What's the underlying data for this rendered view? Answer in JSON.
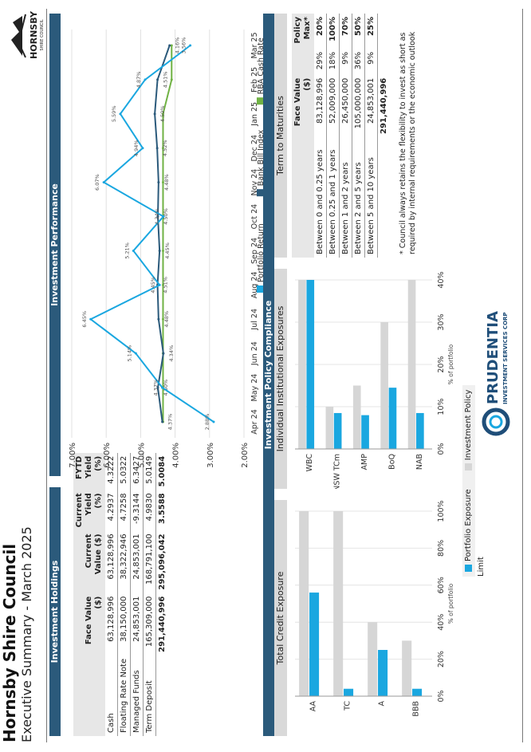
{
  "header": {
    "title": "Hornsby Shire Council",
    "subtitle": "Executive Summary - March 2025",
    "council_logo_text": "HORNSBY",
    "council_logo_subtext": "SHIRE COUNCIL"
  },
  "holdings": {
    "title": "Investment Holdings",
    "columns": [
      "",
      "Face Value ($)",
      "Current Value ($)",
      "Current Yield (%)",
      "FYTD Yield (%)"
    ],
    "rows": [
      [
        "Cash",
        "63,128,996",
        "63,128,996",
        "4.2937",
        "4.3222"
      ],
      [
        "Floating Rate Note",
        "38,150,000",
        "38,322,946",
        "4.7258",
        "5.0322"
      ],
      [
        "Managed Funds",
        "24,853,001",
        "24,853,001",
        "-9.3144",
        "6.3427"
      ],
      [
        "Term Deposit",
        "165,309,000",
        "168,791,100",
        "4.9830",
        "5.0149"
      ]
    ],
    "total": [
      "",
      "291,440,996",
      "295,096,042",
      "3.5588",
      "5.0084"
    ]
  },
  "performance": {
    "title": "Investment Performance",
    "legend": [
      "Portfolio Return",
      "Bank Bill Index",
      "RBA Cash Rate"
    ],
    "colors": {
      "portfolio": "#1aa7e0",
      "bbi": "#2b5a7b",
      "rba": "#70b244"
    }
  },
  "chart_data": [
    {
      "type": "line",
      "x": [
        "Apr 24",
        "May 24",
        "Jun 24",
        "Jul 24",
        "Aug 24",
        "Sep 24",
        "Oct 24",
        "Nov 24",
        "Dec 24",
        "Jan 25",
        "Feb 25",
        "Mar 25"
      ],
      "ylim": [
        2.0,
        7.0
      ],
      "yticks": [
        "2.00%",
        "3.00%",
        "4.00%",
        "5.00%",
        "6.00%",
        "7.00%"
      ],
      "series": [
        {
          "name": "Portfolio Return",
          "values": [
            2.88,
            4.37,
            5.14,
            6.45,
            4.45,
            5.21,
            4.34,
            6.07,
            4.94,
            5.59,
            4.87,
            3.56
          ],
          "labels": [
            "2.88%",
            "4.37%",
            "5.14%",
            "6.45%",
            "4.45%",
            "5.21%",
            "4.34%",
            "6.07%",
            "4.94%",
            "5.59%",
            "4.87%",
            "3.56%"
          ]
        },
        {
          "name": "Bank Bill Index",
          "values": [
            4.37,
            4.5,
            4.34,
            4.48,
            4.51,
            4.45,
            4.5,
            4.48,
            4.52,
            4.59,
            4.51,
            4.16
          ],
          "labels": [
            "4.37%",
            "4.50%",
            "4.34%",
            "4.48%",
            "4.51%",
            "4.45%",
            "4.50%",
            "4.48%",
            "4.52%",
            "4.59%",
            "4.51%",
            "4.16%"
          ]
        },
        {
          "name": "RBA Cash Rate",
          "values": [
            4.35,
            4.35,
            4.35,
            4.35,
            4.35,
            4.35,
            4.35,
            4.35,
            4.35,
            4.35,
            4.1,
            4.1
          ]
        }
      ]
    },
    {
      "type": "bar",
      "title": "Total Credit Exposure",
      "categories": [
        "AA",
        "TC",
        "A",
        "BBB"
      ],
      "xlabel": "% of portfolio",
      "xlim": [
        0,
        100
      ],
      "xticks": [
        "0%",
        "20%",
        "40%",
        "60%",
        "80%",
        "100%"
      ],
      "series": [
        {
          "name": "Portfolio Exposure",
          "values": [
            56,
            4,
            25,
            4
          ]
        },
        {
          "name": "Investment Policy Limit",
          "values": [
            100,
            100,
            40,
            30
          ]
        }
      ]
    },
    {
      "type": "bar",
      "title": "Individual Institutional Exposures",
      "categories": [
        "WBC",
        "NSW TCm",
        "AMP",
        "BoQ",
        "NAB"
      ],
      "xlabel": "% of portfolio",
      "xlim": [
        0,
        40
      ],
      "xticks": [
        "0%",
        "10%",
        "20%",
        "30%",
        "40%"
      ],
      "series": [
        {
          "name": "Portfolio Exposure",
          "values": [
            40,
            8.5,
            8,
            14.5,
            8.5
          ]
        },
        {
          "name": "Investment Policy Limit",
          "values": [
            40,
            10,
            15,
            30,
            40
          ]
        }
      ]
    }
  ],
  "compliance": {
    "title": "Investment Policy Compliance",
    "credit_title": "Total Credit Exposure",
    "inst_title": "Individual Institutional Exposures",
    "maturity_title": "Term to Maturities",
    "legend": [
      "Portfolio Exposure",
      "Investment Policy Limit"
    ]
  },
  "maturities": {
    "columns": [
      "",
      "Face Value ($)",
      "",
      "Policy Max*"
    ],
    "rows": [
      [
        "Between 0 and 0.25 years",
        "83,128,996",
        "29%",
        "20%"
      ],
      [
        "Between 0.25 and 1 years",
        "52,009,000",
        "18%",
        "100%"
      ],
      [
        "Between 1 and 2 years",
        "26,450,000",
        "9%",
        "70%"
      ],
      [
        "Between 2 and 5 years",
        "105,000,000",
        "36%",
        "50%"
      ],
      [
        "Between 5 and 10 years",
        "24,853,001",
        "9%",
        "25%"
      ]
    ],
    "total": [
      "",
      "291,440,996",
      "",
      ""
    ],
    "note": "* Council always retains the flexibility to invest as short as required by internal requirements or the economic outlook"
  },
  "footer": {
    "brand": "PRUDENTIAL",
    "brand_sub": "INVESTMENT SERVICES CORP"
  }
}
